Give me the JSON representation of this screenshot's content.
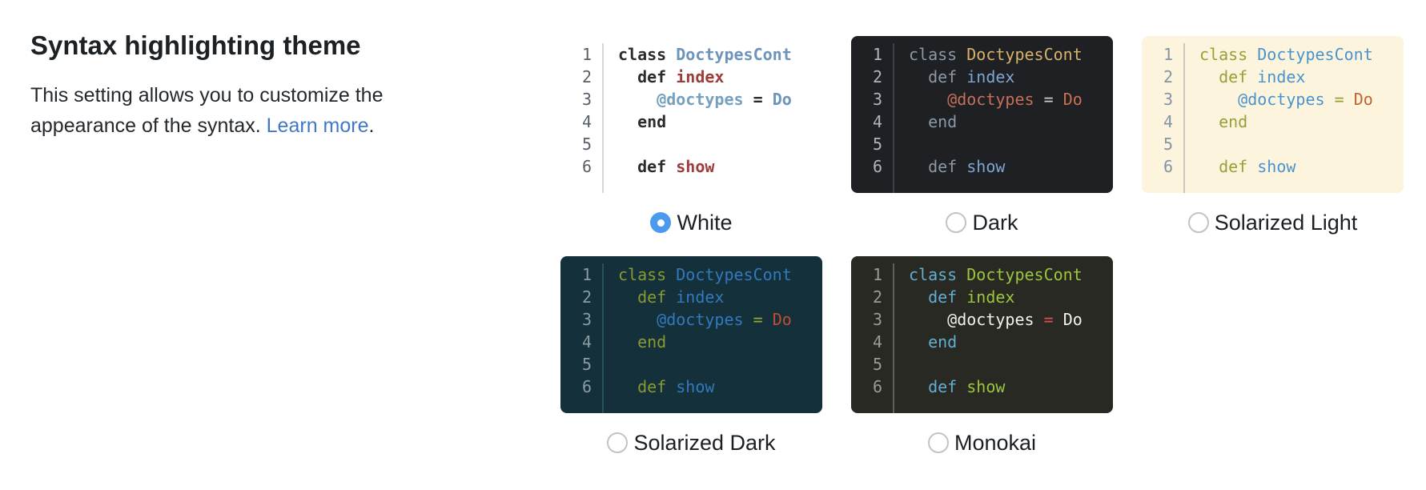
{
  "panel": {
    "title": "Syntax highlighting theme",
    "description_line1": "This setting allows you to customize the",
    "description_line2": "appearance of the syntax. ",
    "link_text": "Learn more",
    "suffix": ".",
    "link_color": "#4078c7"
  },
  "controls": {
    "radio_selected_color": "#4a9af0",
    "radio_border_color": "#c3c3c3"
  },
  "code_preview": {
    "line_numbers": [
      "1",
      "2",
      "3",
      "4",
      "5",
      "6"
    ],
    "lines": [
      [
        {
          "text": "class ",
          "type": "keyword"
        },
        {
          "text": "DoctypesCont",
          "type": "class"
        }
      ],
      [
        {
          "text": "  "
        },
        {
          "text": "def ",
          "type": "keyword"
        },
        {
          "text": "index",
          "type": "function"
        }
      ],
      [
        {
          "text": "    "
        },
        {
          "text": "@doctypes",
          "type": "variable"
        },
        {
          "text": " ",
          "type": ""
        },
        {
          "text": "=",
          "type": "operator"
        },
        {
          "text": " ",
          "type": ""
        },
        {
          "text": "Do",
          "type": "constant"
        }
      ],
      [
        {
          "text": "  "
        },
        {
          "text": "end",
          "type": "keyword"
        }
      ],
      [],
      [
        {
          "text": "  "
        },
        {
          "text": "def ",
          "type": "keyword"
        },
        {
          "text": "show",
          "type": "function"
        }
      ]
    ]
  },
  "themes": [
    {
      "id": "white",
      "label": "White",
      "selected": true,
      "code_bold": true,
      "colors": {
        "bg": "#ffffff",
        "gutter": "#586069",
        "divider": "#d7d7d7",
        "keyword": "#2b2b2b",
        "class_name": "#6d94bb",
        "function_name": "#9e3c3a",
        "variable": "#76a0bd",
        "operator": "#2b2b2b",
        "constant": "#6d94bb",
        "plain": "#2b2b2b"
      }
    },
    {
      "id": "dark",
      "label": "Dark",
      "selected": false,
      "code_bold": false,
      "colors": {
        "bg": "#1e2023",
        "gutter": "#aeb6bd",
        "divider": "#3b4046",
        "keyword": "#8b98a6",
        "class_name": "#d8b26a",
        "function_name": "#7ea6d2",
        "variable": "#c4705a",
        "operator": "#c8cbcd",
        "constant": "#cc6f52",
        "plain": "#c8cbcd"
      }
    },
    {
      "id": "solarized_light",
      "label": "Solarized Light",
      "selected": false,
      "code_bold": false,
      "colors": {
        "bg": "#fdf4de",
        "gutter": "#8095a7",
        "divider": "#c8c8bb",
        "keyword": "#98a035",
        "class_name": "#4a93cd",
        "function_name": "#4a93cd",
        "variable": "#4a93cd",
        "operator": "#98a035",
        "constant": "#c16432",
        "plain": "#657b83"
      }
    },
    {
      "id": "solarized_dark",
      "label": "Solarized Dark",
      "selected": false,
      "code_bold": false,
      "colors": {
        "bg": "#13303b",
        "gutter": "#8a9ba1",
        "divider": "#28505e",
        "keyword": "#8a9a33",
        "class_name": "#3279bd",
        "function_name": "#3279bd",
        "variable": "#3279bd",
        "operator": "#96a836",
        "constant": "#bf4d31",
        "plain": "#93a1a1"
      }
    },
    {
      "id": "monokai",
      "label": "Monokai",
      "selected": false,
      "code_bold": false,
      "colors": {
        "bg": "#282922",
        "gutter": "#9b9b94",
        "divider": "#5f6058",
        "keyword": "#62aed2",
        "class_name": "#9cc63d",
        "function_name": "#9cc63d",
        "variable": "#f2f1ea",
        "operator": "#df4f53",
        "constant": "#f2f1ea",
        "plain": "#f2f1ea"
      }
    }
  ]
}
